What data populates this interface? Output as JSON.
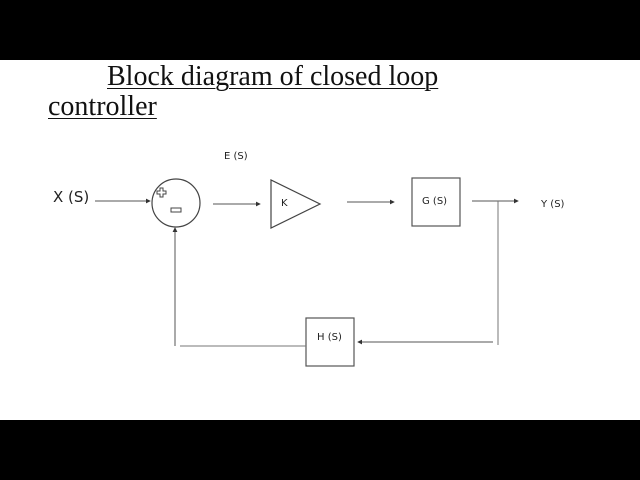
{
  "slide": {
    "title_line1": "Block diagram of closed loop",
    "title_line2": "controller"
  },
  "diagram": {
    "input_label": "X (S)",
    "error_label": "E (S)",
    "gain_label": "K",
    "plant_label": "G (S)",
    "output_label": "Y (S)",
    "feedback_label": "H (S)",
    "summing_junction": {
      "plus_sign": "+",
      "minus_sign": "−"
    },
    "colors": {
      "line": "#555555",
      "block_border": "#444444",
      "background": "#ffffff",
      "letterbox": "#000000"
    }
  }
}
